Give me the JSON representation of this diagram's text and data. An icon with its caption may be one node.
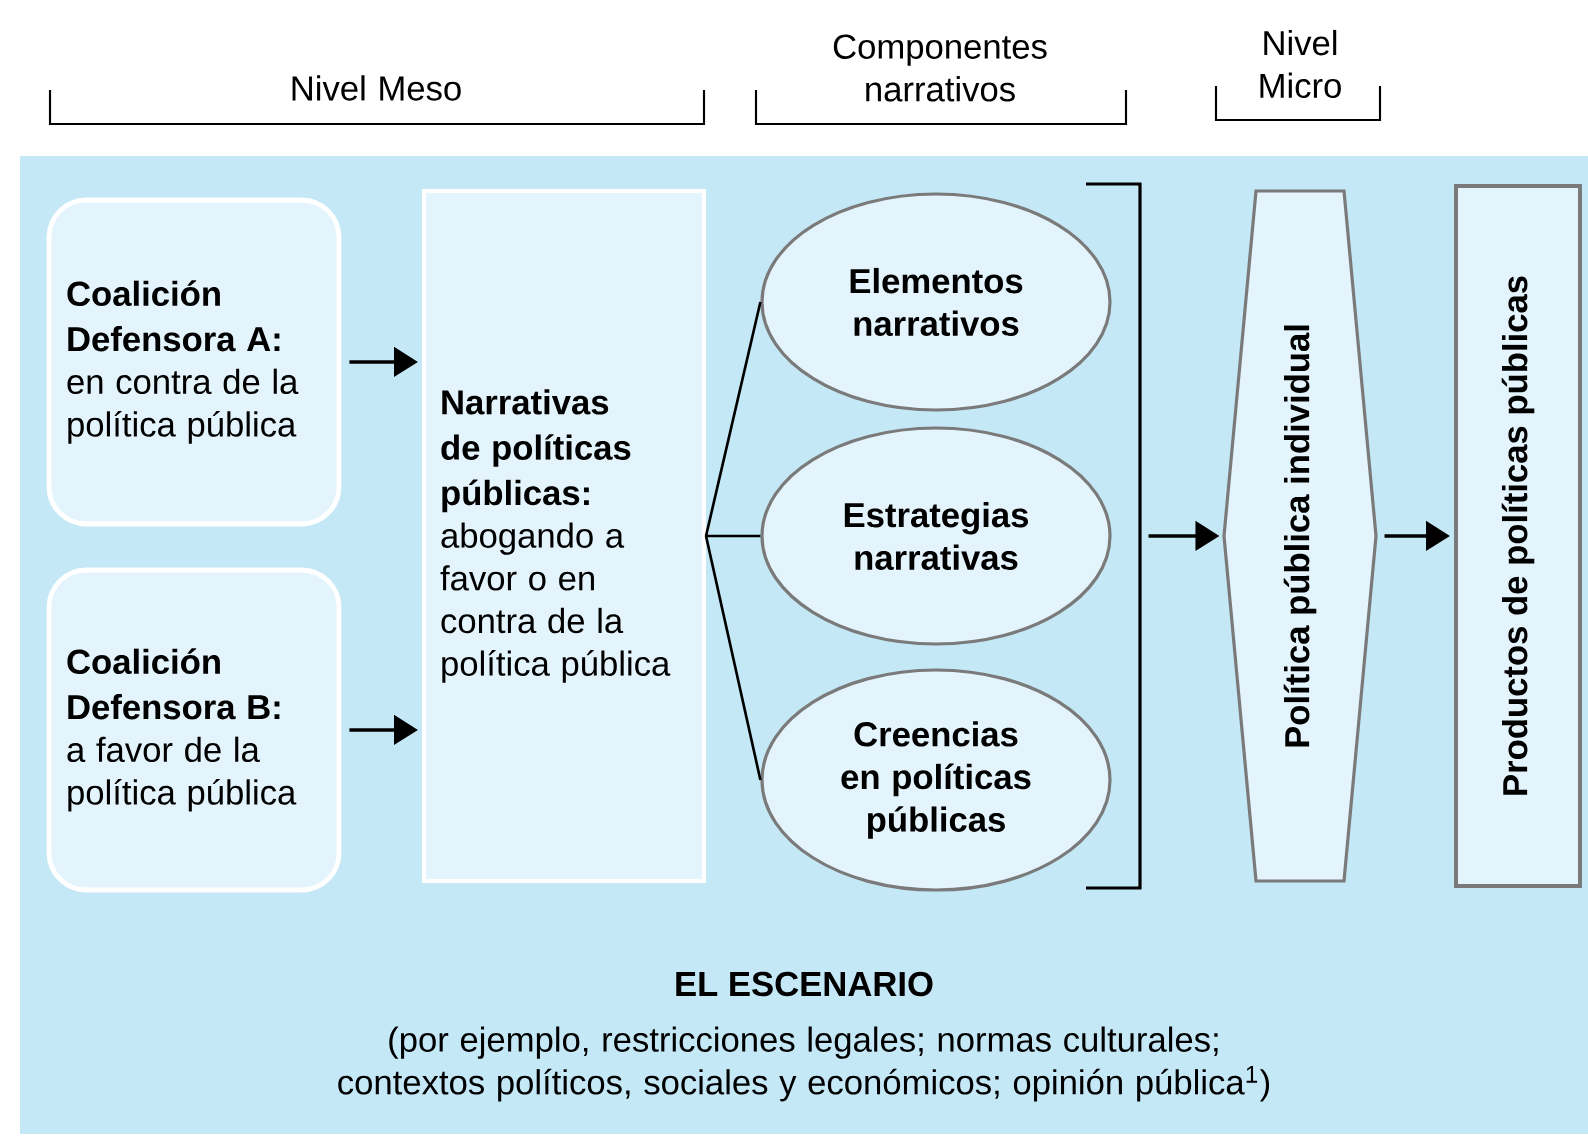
{
  "diagram": {
    "nodes": [
      {
        "text": [
          "EL ESCENARIO",
          "(por ejemplo, restricciones legales; normas culturales; contextos políticos, sociales y económicos; opinión pública$^{1}$)"
        ]
      },
      {
        "text": [
          "Coalición Defensora A:",
          "en contra de la política pública"
        ],
        "in": 0
      },
      {
        "text": [
          "Coalición Defensora B:",
          "a favor de la política pública"
        ],
        "in": 0
      },
      {
        "text": [
          "Narrativas de políticas públicas:",
          "abogando a favor o en contra de la política pública"
        ],
        "in": 0
      },
      {
        "text": [
          "Elementos narrativos"
        ],
        "in": 0
      },
      {
        "text": [
          "Estrategias narrativas"
        ],
        "in": 0
      },
      {
        "text": [
          "Creencias en políticas públicas"
        ],
        "in": 0
      },
      {
        "text": [
          "Política pública individual"
        ],
        "in": 0
      },
      {
        "text": [
          "Productos de políticas públicas"
        ],
        "in": 0
      },
      {
        "text": [],
        "shape": "bracket",
        "in": 0
      }
    ],
    "edges": [
      {
        "from": 1,
        "to": 3,
        "arrow": "to"
      },
      {
        "from": 2,
        "to": 3,
        "arrow": "to"
      },
      {
        "from": 3,
        "to": 4,
        "arrow": "none"
      },
      {
        "from": 3,
        "to": 5,
        "arrow": "none"
      },
      {
        "from": 3,
        "to": 6,
        "arrow": "none"
      },
      {
        "from": 9,
        "to": 7,
        "arrow": "to"
      },
      {
        "from": 7,
        "to": 8,
        "arrow": "to"
      }
    ],
    "labels": [
      "Nivel Meso",
      "Componentes narrativos",
      "Nivel Micro"
    ]
  }
}
